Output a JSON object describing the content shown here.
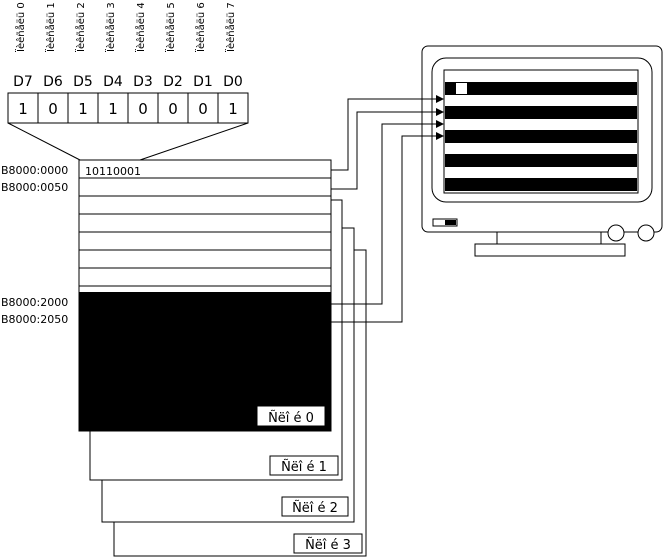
{
  "pixel_labels": [
    "Ïèêñåëü 0",
    "Ïèêñåëü 1",
    "Ïèêñåëü 2",
    "Ïèêñåëü 3",
    "Ïèêñåëü 4",
    "Ïèêñåëü 5",
    "Ïèêñåëü 6",
    "Ïèêñåëü 7"
  ],
  "bit_names": [
    "D7",
    "D6",
    "D5",
    "D4",
    "D3",
    "D2",
    "D1",
    "D0"
  ],
  "bit_values": [
    "1",
    "0",
    "1",
    "1",
    "0",
    "0",
    "0",
    "1"
  ],
  "addresses": {
    "a0000": "B8000:0000",
    "a0050": "B8000:0050",
    "a2000": "B8000:2000",
    "a2050": "B8000:2050"
  },
  "byte_value": "10110001",
  "layers": [
    "Ñëî é 0",
    "Ñëî é 1",
    "Ñëî é 2",
    "Ñëî é 3"
  ]
}
